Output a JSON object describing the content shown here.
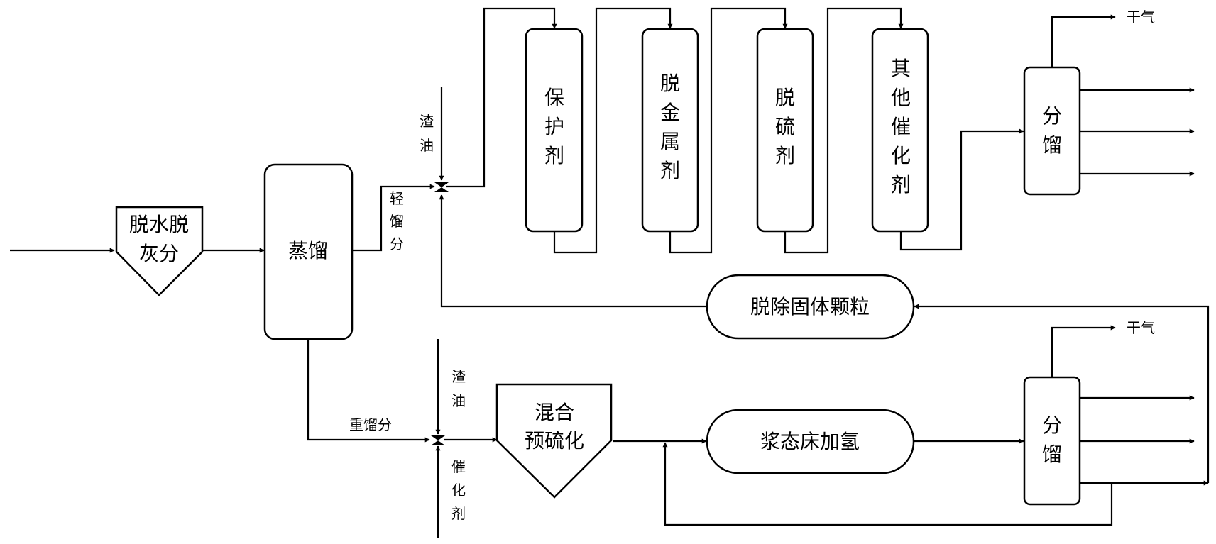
{
  "nodes": {
    "dewater": [
      "脱水脱",
      "灰分"
    ],
    "distill": [
      "蒸馏"
    ],
    "protect": [
      "保",
      "护",
      "剂"
    ],
    "demetal": [
      "脱",
      "金",
      "属",
      "剂"
    ],
    "desulf": [
      "脱",
      "硫",
      "剂"
    ],
    "other": [
      "其",
      "他",
      "催",
      "化",
      "剂"
    ],
    "frac_top": [
      "分",
      "馏"
    ],
    "remove_solid": [
      "脱除固体颗粒"
    ],
    "mix": [
      "混合",
      "预硫化"
    ],
    "slurry": [
      "浆态床加氢"
    ],
    "frac_bottom": [
      "分",
      "馏"
    ]
  },
  "labels": {
    "residue_top": [
      "渣",
      "油"
    ],
    "light_fraction": [
      "轻",
      "馏",
      "分"
    ],
    "heavy_fraction": [
      "重馏分"
    ],
    "residue_bottom": [
      "渣",
      "油"
    ],
    "catalyst": [
      "催",
      "化",
      "剂"
    ],
    "dry_gas_top": [
      "干气"
    ],
    "dry_gas_bottom": [
      "干气"
    ]
  }
}
